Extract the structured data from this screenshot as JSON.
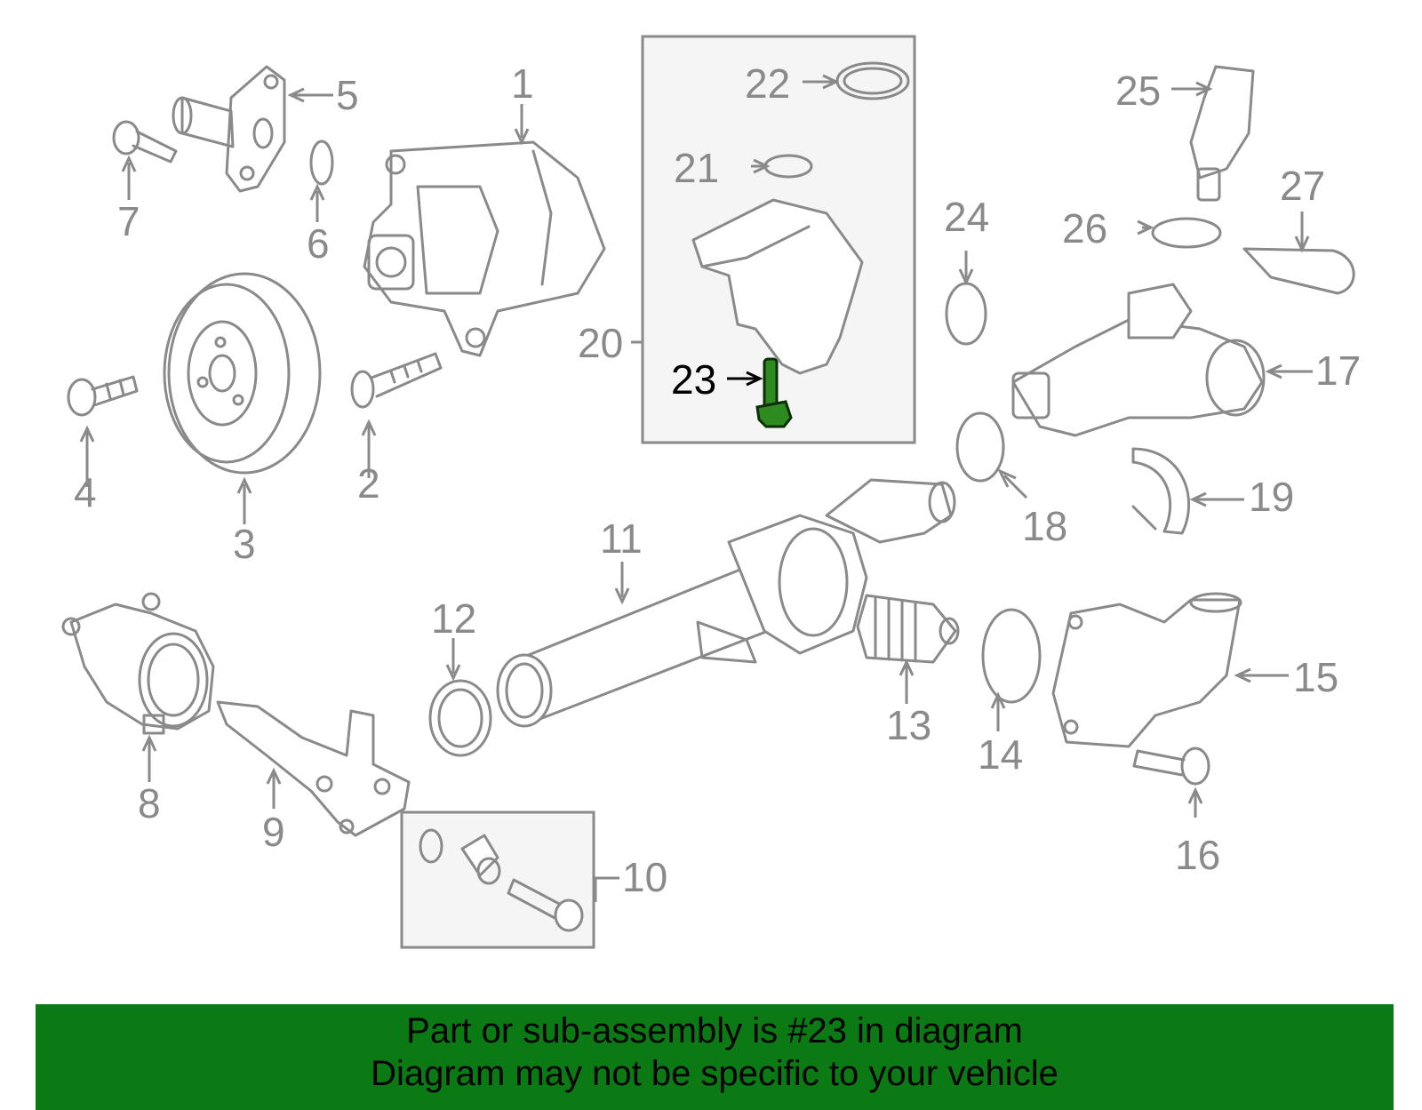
{
  "diagram": {
    "labels": {
      "l1": "1",
      "l2": "2",
      "l3": "3",
      "l4": "4",
      "l5": "5",
      "l6": "6",
      "l7": "7",
      "l8": "8",
      "l9": "9",
      "l10": "10",
      "l11": "11",
      "l12": "12",
      "l13": "13",
      "l14": "14",
      "l15": "15",
      "l16": "16",
      "l17": "17",
      "l18": "18",
      "l19": "19",
      "l20": "20",
      "l21": "21",
      "l22": "22",
      "l23": "23",
      "l24": "24",
      "l25": "25",
      "l26": "26",
      "l27": "27"
    },
    "highlighted_part": "23",
    "colors": {
      "line": "#8a8a8a",
      "highlight": "#2e8b1f",
      "banner": "#0c7a14"
    }
  },
  "banner": {
    "line1": "Part or sub-assembly is #23 in diagram",
    "line2": "Diagram may not be specific to your vehicle"
  }
}
